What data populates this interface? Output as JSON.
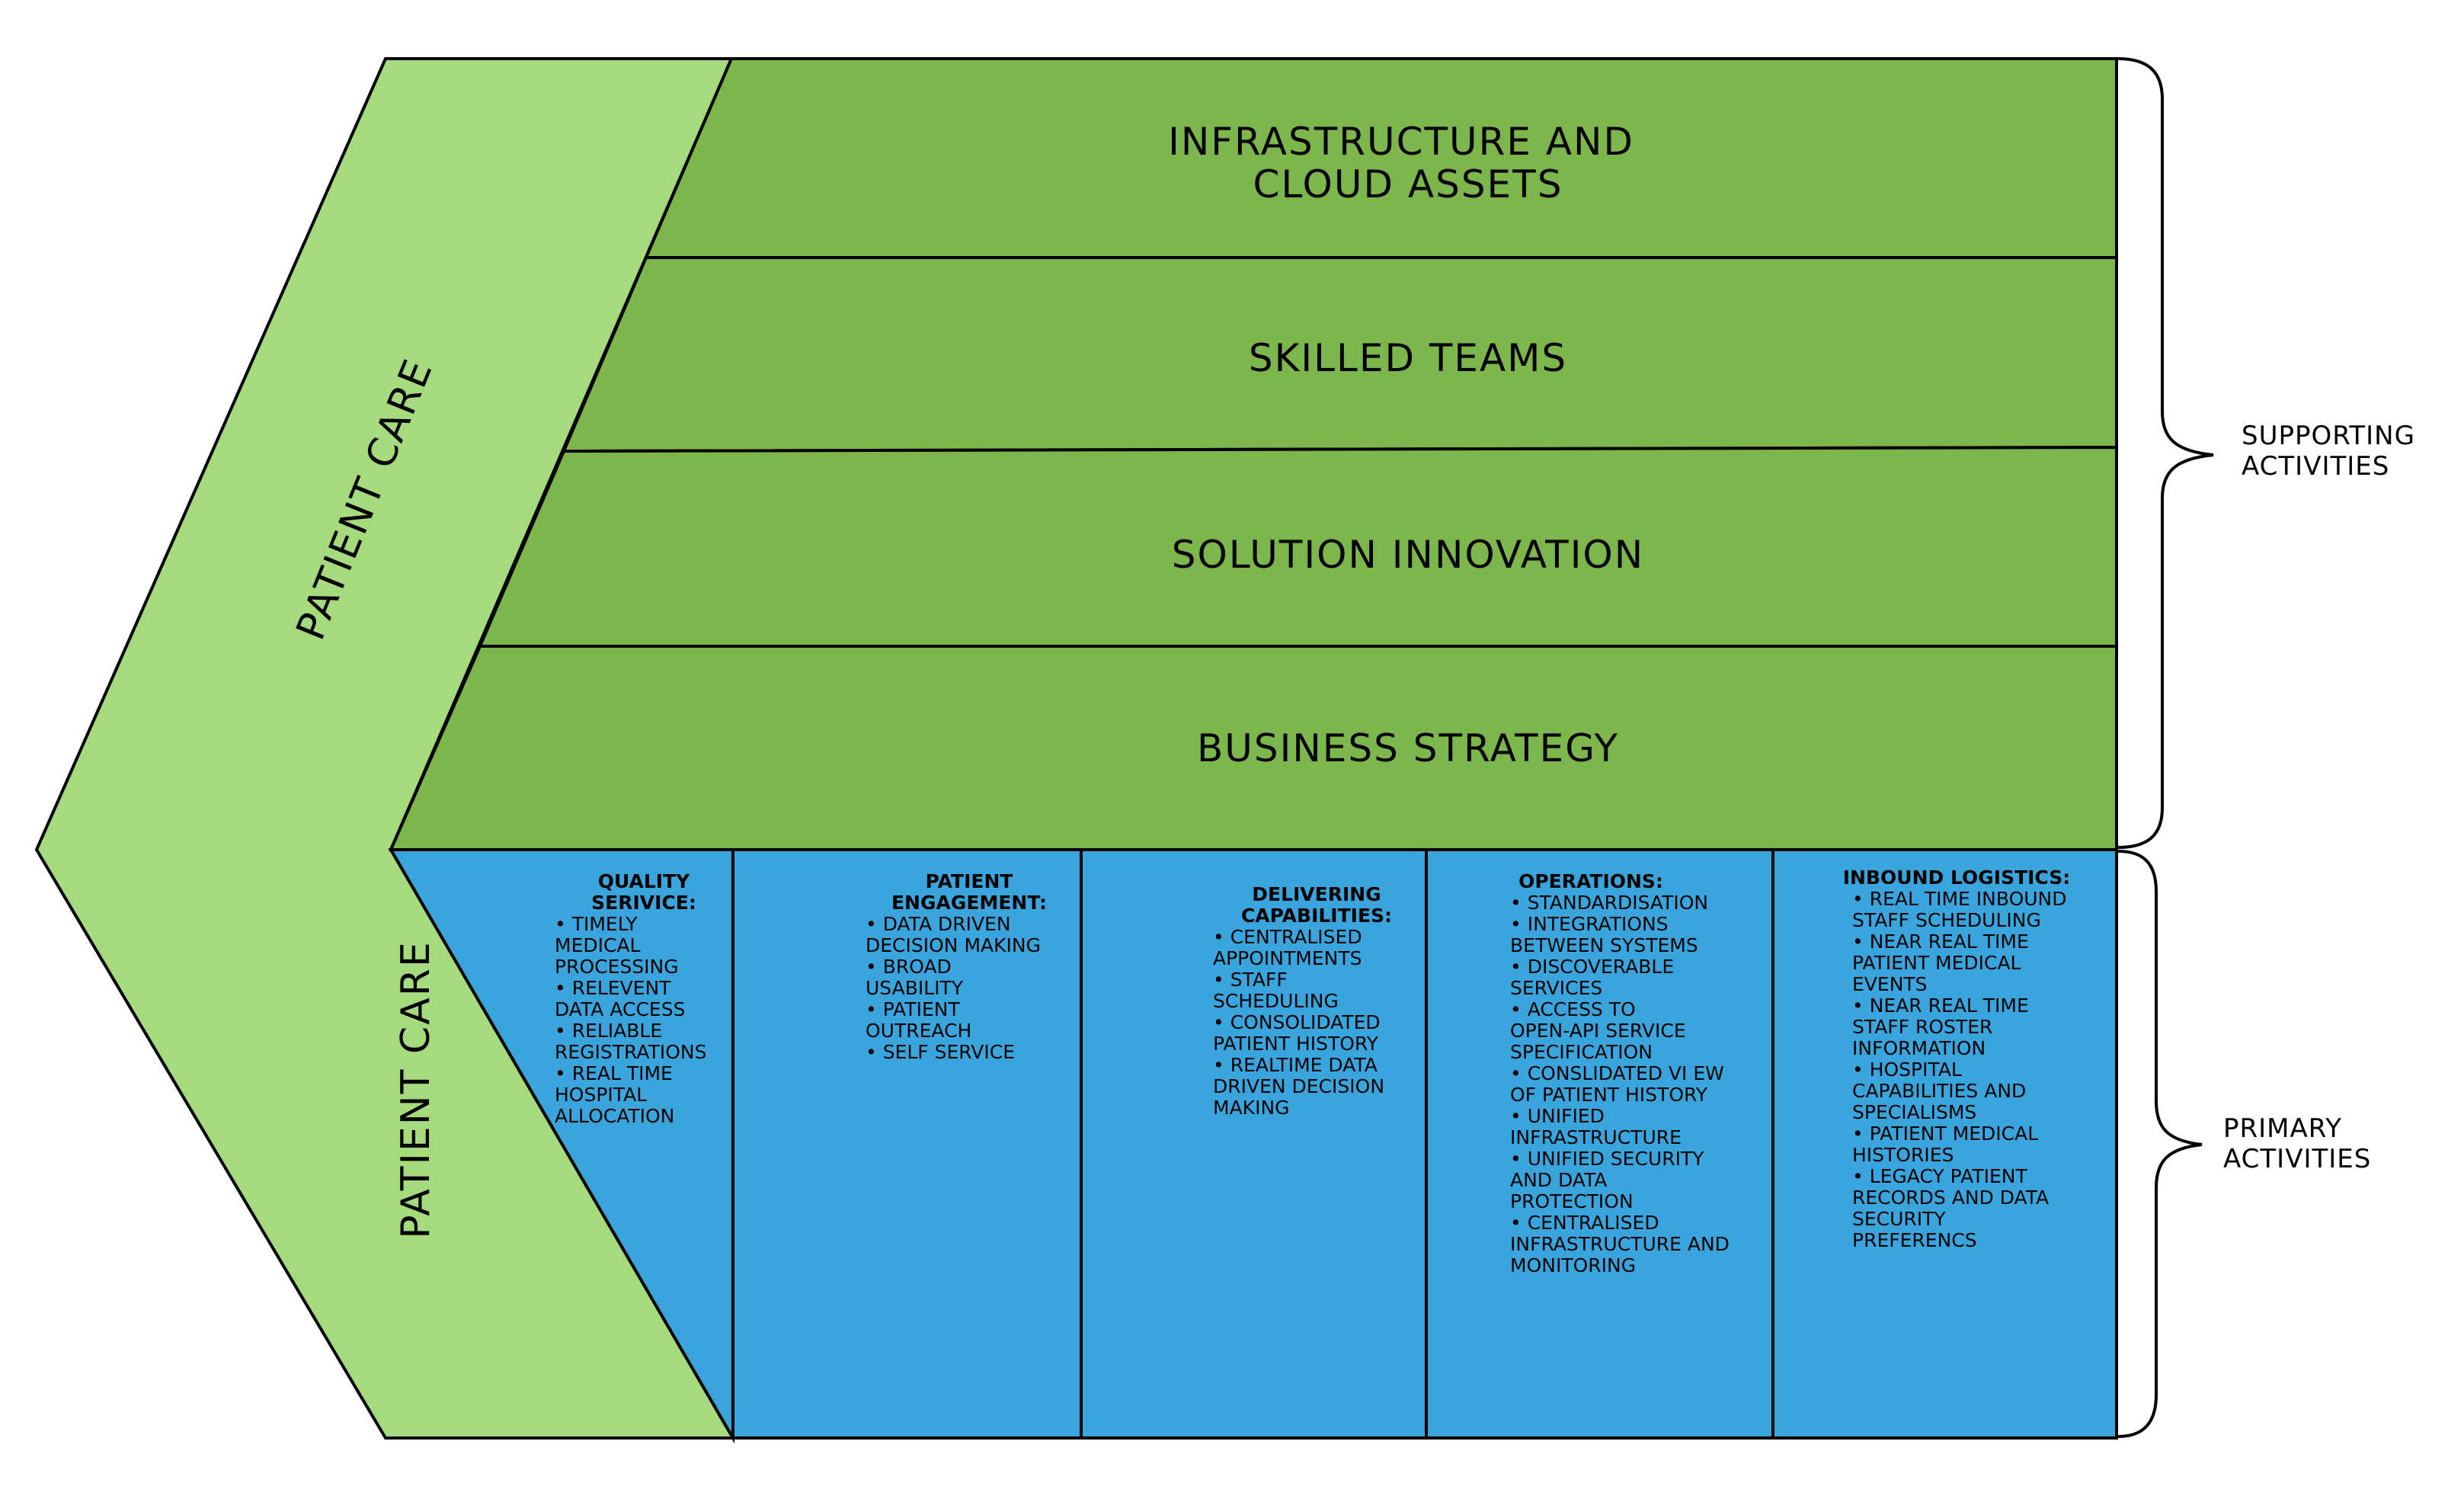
{
  "diagram": {
    "left_label_top": "Patient Care",
    "left_label_bottom": "Patient Care",
    "supporting": [
      {
        "lines": [
          "Infrastructure and",
          "Cloud Assets"
        ]
      },
      {
        "lines": [
          "Skilled Teams"
        ]
      },
      {
        "lines": [
          "Solution Innovation"
        ]
      },
      {
        "lines": [
          "Business Strategy"
        ]
      }
    ],
    "supporting_label": [
      "Supporting",
      "Activities"
    ],
    "primary_label": [
      "Primary",
      "Activities"
    ],
    "columns": [
      {
        "title": [
          "Quality",
          "Serivice:"
        ],
        "items": [
          "• Timely",
          "Medical",
          "Processing",
          "• Relevent",
          "Data Access",
          "• Reliable",
          "Registrations",
          "• Real Time",
          "Hospital",
          "Allocation"
        ]
      },
      {
        "title": [
          "Patient",
          "Engagement:"
        ],
        "items": [
          "• Data Driven",
          "Decision Making",
          "• Broad",
          "Usability",
          "• Patient",
          "Outreach",
          "• Self Service"
        ]
      },
      {
        "title": [
          "Delivering",
          "Capabilities:"
        ],
        "items": [
          "• Centralised",
          "Appointments",
          "• Staff",
          "Scheduling",
          "• Consolidated",
          "Patient History",
          "• Realtime Data",
          "Driven Decision",
          "Making"
        ]
      },
      {
        "title": [
          "Operations:"
        ],
        "items": [
          "• Standardisation",
          "• Integrations",
          "Between Systems",
          "• Discoverable",
          "Services",
          "• Access to",
          "Open-API Service",
          "Specification",
          "• Conslidated Vi  ew",
          "of Patient History",
          "• Unified",
          "Infrastructure",
          "• Unified Security",
          "and Data",
          "Protection",
          "• Centralised",
          "Infrastructure and",
          "Monitoring"
        ]
      },
      {
        "title": [
          "Inbound Logistics:"
        ],
        "items": [
          "• Real Time Inbound",
          "Staff Scheduling",
          "• Near Real Time",
          "Patient Medical",
          "Events",
          "• Near Real Time",
          "Staff Roster",
          "Information",
          "• Hospital",
          "Capabilities and",
          "Specialisms",
          "• Patient Medical",
          "Histories",
          "• Legacy Patient",
          "Records and Data",
          "Security",
          "Preferencs"
        ]
      }
    ],
    "colors": {
      "chevron": "#a5db7c",
      "support": "#7db64b",
      "primary": "#3aa5dd",
      "stroke": "#000000"
    }
  }
}
